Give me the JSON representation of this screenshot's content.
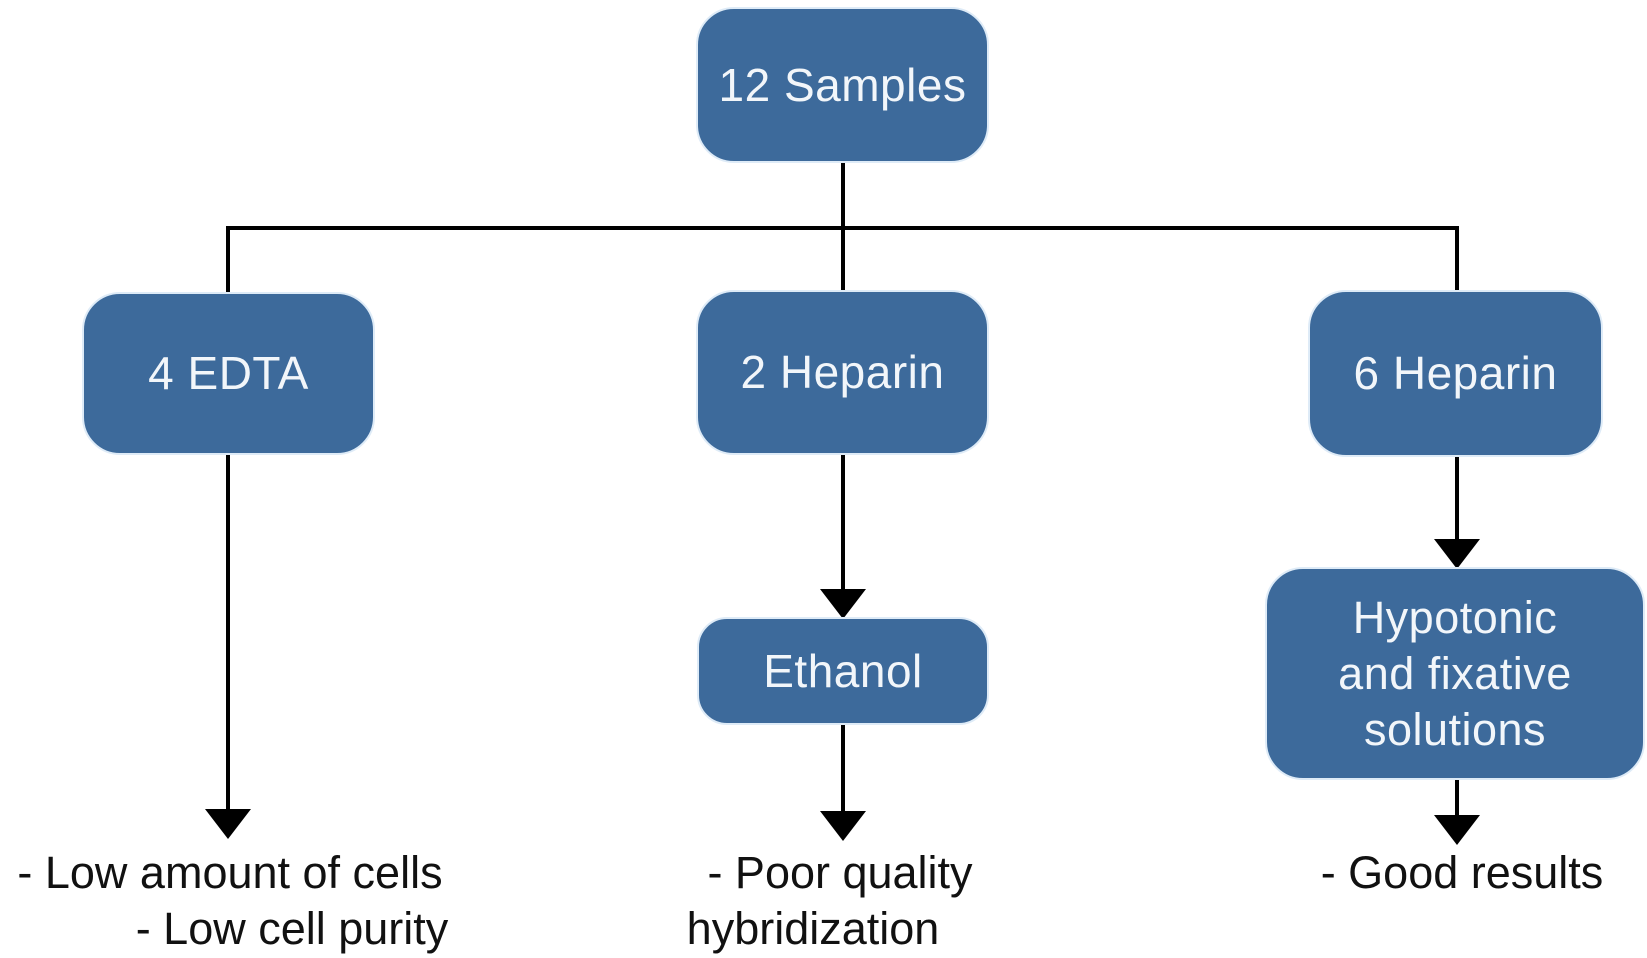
{
  "colors": {
    "node_fill": "#3d6a9b",
    "node_border": "#deebf7",
    "node_text": "#f2f6fa",
    "connector": "#000000",
    "outcome_text": "#111111",
    "background": "#ffffff"
  },
  "nodes": {
    "samples": {
      "label": "12 Samples"
    },
    "edta": {
      "label": "4 EDTA"
    },
    "heparin2": {
      "label": "2 Heparin"
    },
    "heparin6": {
      "label": "6 Heparin"
    },
    "ethanol": {
      "label": "Ethanol"
    },
    "hypotonic": {
      "lines": [
        "Hypotonic",
        "and fixative",
        "solutions"
      ]
    }
  },
  "outcomes": {
    "edta": {
      "lines": [
        "- Low amount of cells",
        "- Low cell purity"
      ]
    },
    "ethanol": {
      "lines": [
        "- Poor quality",
        "hybridization"
      ]
    },
    "hypotonic": {
      "lines": [
        "- Good results"
      ]
    }
  }
}
